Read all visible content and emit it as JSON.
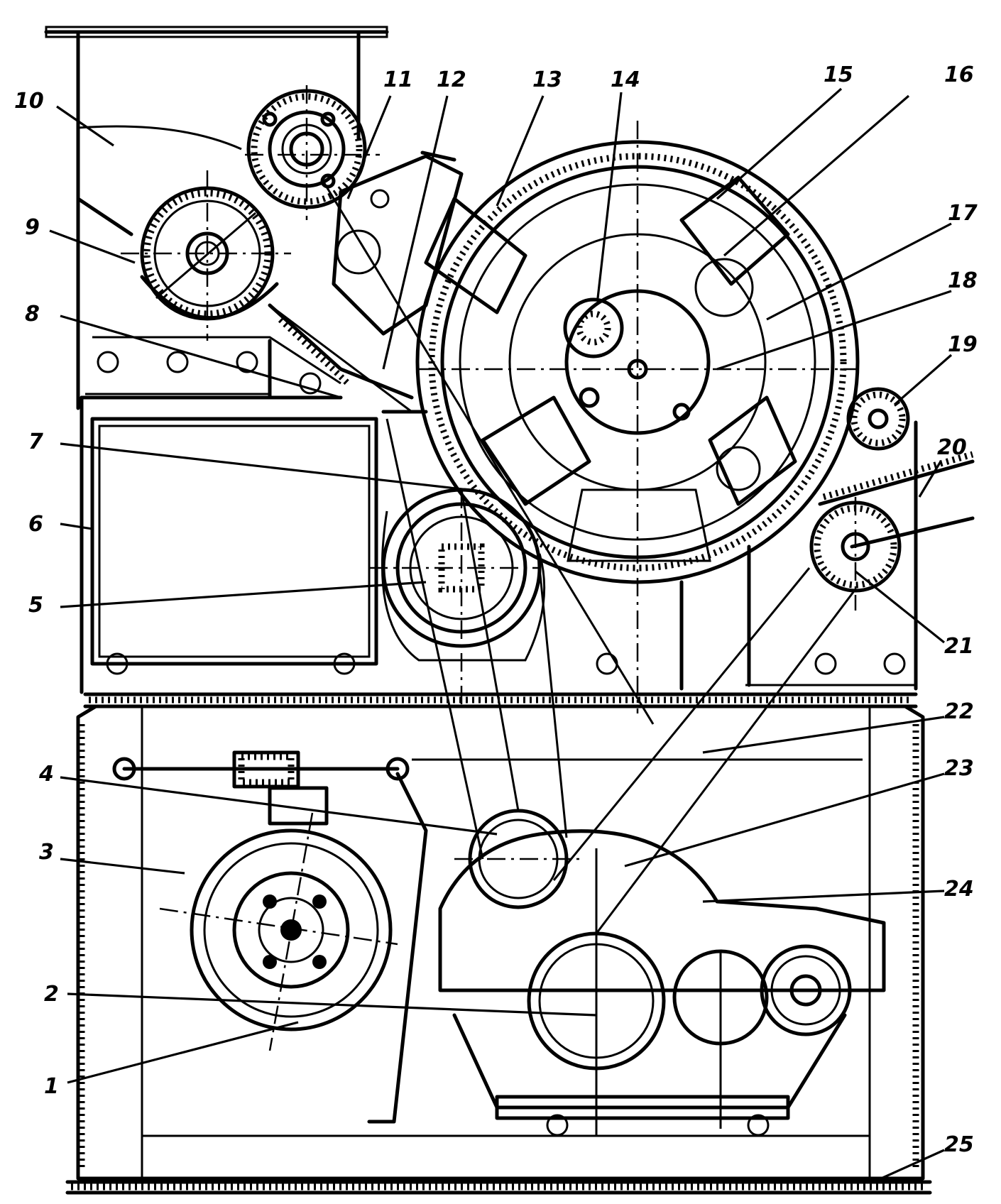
{
  "labels": [
    "1",
    "2",
    "3",
    "4",
    "5",
    "6",
    "7",
    "8",
    "9",
    "10",
    "11",
    "12",
    "13",
    "14",
    "15",
    "16",
    "17",
    "18",
    "19",
    "20",
    "21",
    "22",
    "23",
    "24",
    "25"
  ]
}
